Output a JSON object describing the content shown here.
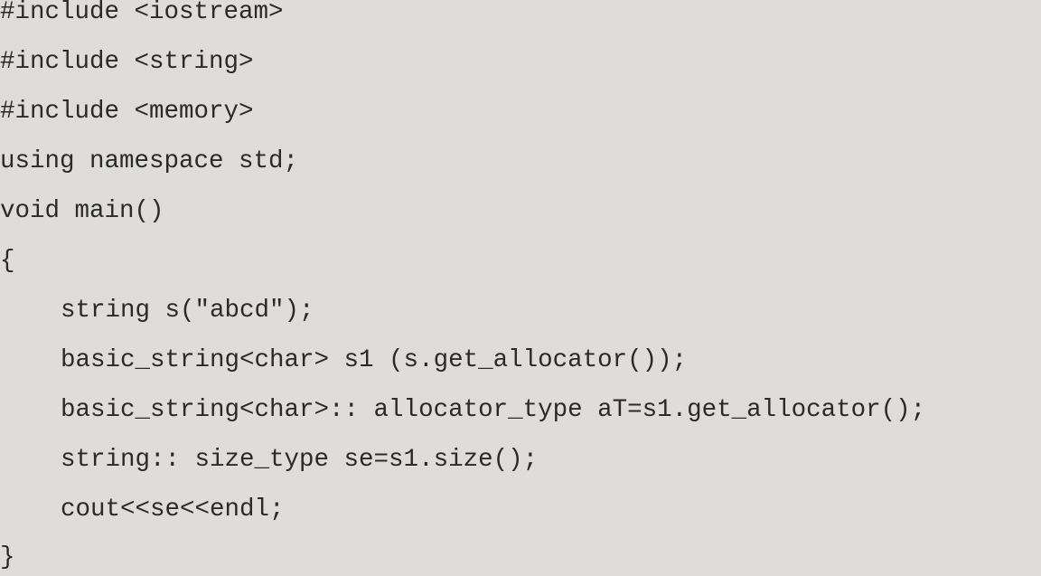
{
  "code": {
    "lines": [
      "#include <iostream>",
      "#include <string>",
      "#include <memory>",
      "using namespace std;",
      "void main()",
      "{",
      "string s(\"abcd\");",
      "basic_string<char> s1 (s.get_allocator());",
      "basic_string<char>:: allocator_type aT=s1.get_allocator();",
      "string:: size_type se=s1.size();",
      "cout<<se<<endl;",
      "}"
    ]
  }
}
